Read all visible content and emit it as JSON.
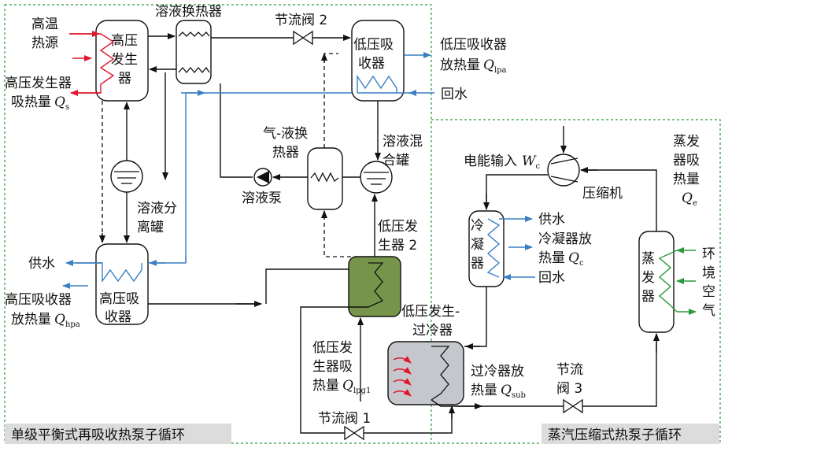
{
  "labels": {
    "high_temp_source": [
      "高温",
      "热源"
    ],
    "hp_generator": [
      "高压",
      "发生",
      "器"
    ],
    "hp_gen_heat_main": "高压发生器",
    "hp_gen_heat_line2": "吸热量",
    "hp_gen_heat_sym": "Q",
    "hp_gen_heat_sub": "s",
    "solution_hx": "溶液换热器",
    "throttle2": "节流阀 2",
    "lp_absorber": [
      "低压吸",
      "收器"
    ],
    "lp_abs_heat_line1": "低压吸收器",
    "lp_abs_heat_line2": "放热量",
    "lp_abs_heat_sym": "Q",
    "lp_abs_heat_sub": "lpa",
    "return_water_top": "回水",
    "gas_liquid_hx": [
      "气-液换",
      "热器"
    ],
    "mixing_tank": [
      "溶液混",
      "合罐"
    ],
    "solution_pump": "溶液泵",
    "separator": [
      "溶液分",
      "离罐"
    ],
    "supply_water_left": "供水",
    "hp_absorber": [
      "高压吸",
      "收器"
    ],
    "hp_abs_heat_line1": "高压吸收器",
    "hp_abs_heat_line2": "放热量",
    "hp_abs_heat_sym": "Q",
    "hp_abs_heat_sub": "hpa",
    "lp_generator2": [
      "低压发",
      "生器 2"
    ],
    "lp_gen_subcooler": [
      "低压发生-",
      "过冷器"
    ],
    "lp_gen_heat": [
      "低压发",
      "生器吸"
    ],
    "lp_gen_heat_line3": "热量",
    "lp_gen_heat_sym": "Q",
    "lp_gen_heat_sub": "lpg1",
    "throttle1": "节流阀 1",
    "subcooler_heat_line1": "过冷器放",
    "subcooler_heat_line2": "热量",
    "subcooler_heat_sym": "Q",
    "subcooler_heat_sub": "sub",
    "electric_input": "电能输入",
    "electric_sym": "W",
    "electric_sub": "c",
    "compressor": "压缩机",
    "evap_heat": [
      "蒸发",
      "器吸",
      "热量"
    ],
    "evap_heat_sym": "Q",
    "evap_heat_sub": "e",
    "condenser": [
      "冷",
      "凝",
      "器"
    ],
    "supply_water_right": "供水",
    "cond_heat_line1": "冷凝器放",
    "cond_heat_line2": "热量",
    "cond_heat_sym": "Q",
    "cond_heat_sub": "c",
    "return_water_right": "回水",
    "evaporator": [
      "蒸",
      "发",
      "器"
    ],
    "ambient_air": [
      "环",
      "境",
      "空",
      "气"
    ],
    "throttle3": [
      "节流",
      "阀 3"
    ],
    "left_cycle": "单级平衡式再吸收热泵子循环",
    "right_cycle": "蒸汽压缩式热泵子循环"
  },
  "colors": {
    "heat_in": "#e0162a",
    "water": "#3a7fc2",
    "air": "#2a9a3a",
    "lp_generator2_fill": "#76944a",
    "subcooler_fill": "#c5c7cc"
  }
}
